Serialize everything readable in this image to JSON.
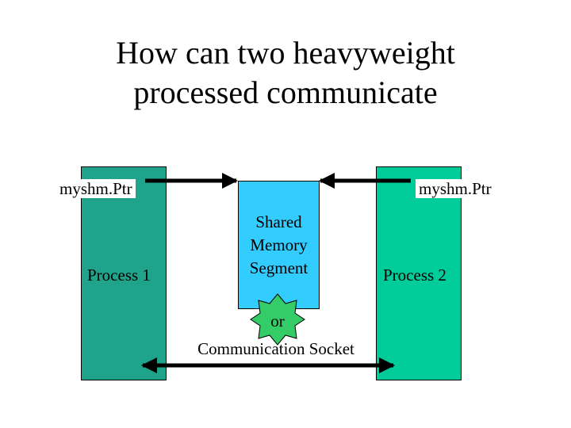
{
  "title": {
    "line1": "How can two heavyweight",
    "line2": "processed communicate"
  },
  "process1": {
    "label": "Process 1"
  },
  "process2": {
    "label": "Process 2"
  },
  "shared_memory": {
    "line1": "Shared",
    "line2": "Memory",
    "line3": "Segment"
  },
  "pointer_left": {
    "label": "myshm.Ptr"
  },
  "pointer_right": {
    "label": "myshm.Ptr"
  },
  "connector": {
    "label": "or"
  },
  "socket": {
    "label": "Communication Socket"
  },
  "colors": {
    "process_fill": "#1fa38b",
    "process2_fill": "#00cc99",
    "shared_memory_fill": "#33ccff",
    "star_fill": "#33cc66",
    "arrow": "#000000"
  }
}
